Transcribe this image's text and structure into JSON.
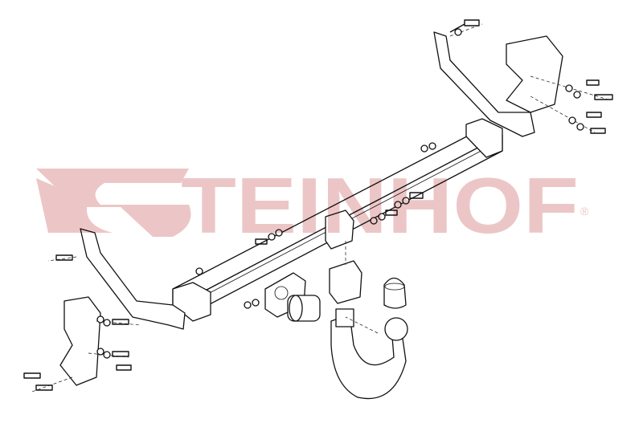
{
  "watermark": {
    "brand": "STEINHOF",
    "registered_mark": "®",
    "color": "#ecc6c6"
  },
  "diagram": {
    "type": "exploded technical drawing",
    "parts": [
      "crossbar",
      "right-bracket",
      "left-bracket",
      "left-side-plate",
      "right-side-plate",
      "tow-ball-neck",
      "ball-cap",
      "socket-plate",
      "electrical-socket",
      "bolts",
      "washers",
      "nuts"
    ],
    "line_color": "#111111"
  }
}
